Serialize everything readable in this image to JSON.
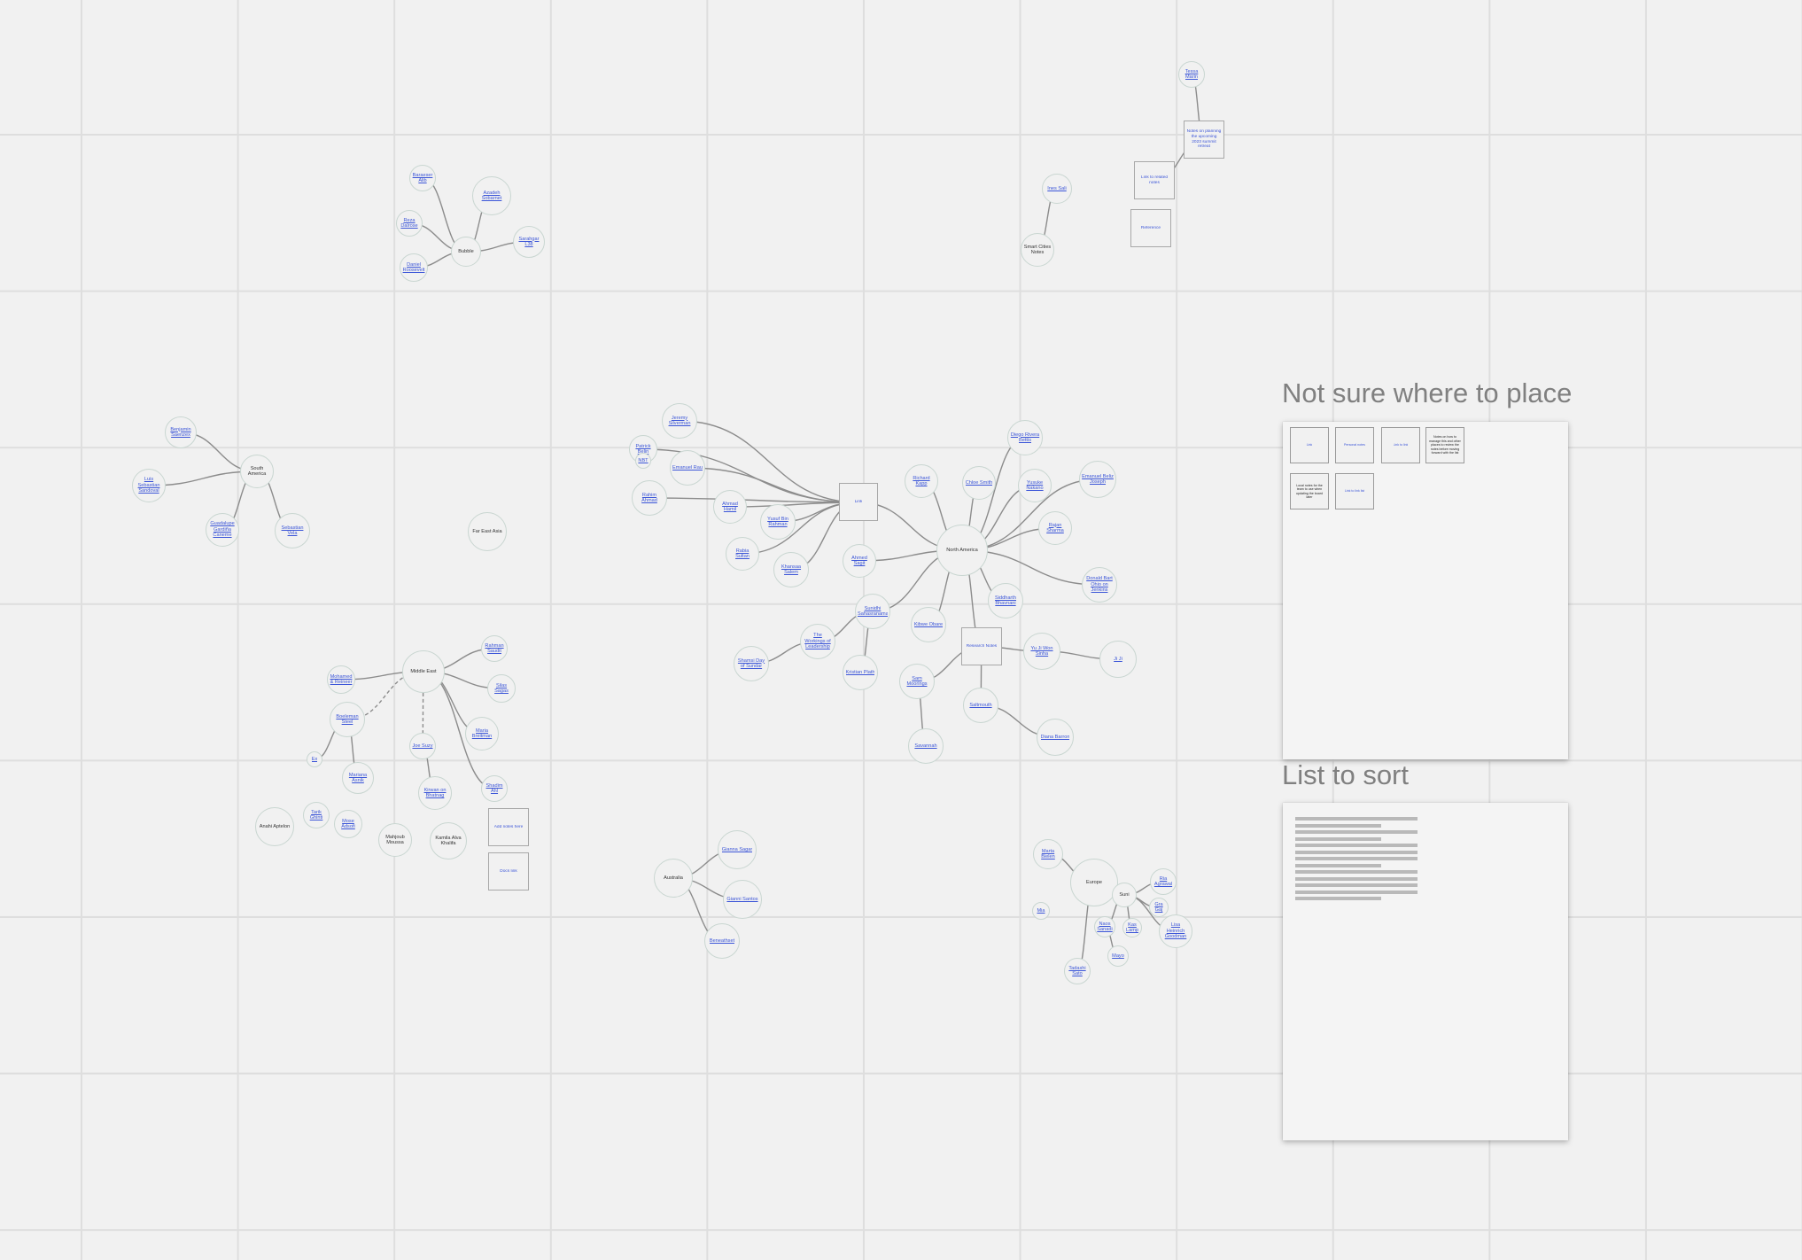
{
  "frames": {
    "not_sure": {
      "title": "Not sure where to place",
      "cards": [
        "Link",
        "Personal notes",
        "Link to link",
        "Notes on how to manage this and other places to review the notes before moving forward with the list",
        "Local notes for the team to use when updating the board later",
        "Link to link list"
      ]
    },
    "list_to_sort": {
      "title": "List to sort"
    }
  },
  "nodes": [
    {
      "id": "bubble_hub",
      "label": "Bubble",
      "link": false
    },
    {
      "id": "n_b1",
      "label": "Baraeser Alib",
      "link": true
    },
    {
      "id": "n_b2",
      "label": "Azadeh Sobarnet",
      "link": true
    },
    {
      "id": "n_b3",
      "label": "Reza Dalrose",
      "link": true
    },
    {
      "id": "n_b4",
      "label": "Sarahgar L38",
      "link": true
    },
    {
      "id": "n_b5",
      "label": "Daniel Roosevelt",
      "link": true
    },
    {
      "id": "south_hub",
      "label": "South America",
      "link": false
    },
    {
      "id": "n_s1",
      "label": "Benjamin Saenzex",
      "link": true
    },
    {
      "id": "n_s2",
      "label": "Luis Sebastian Sandoval",
      "link": true
    },
    {
      "id": "n_s3",
      "label": "Guadalupe Gardiña Caneme",
      "link": true
    },
    {
      "id": "n_s4",
      "label": "Sebastian Vela",
      "link": true
    },
    {
      "id": "far_east",
      "label": "Far East Asia",
      "link": false
    },
    {
      "id": "middle_hub",
      "label": "Middle East",
      "link": false
    },
    {
      "id": "n_m1",
      "label": "Rahman Saudit",
      "link": true
    },
    {
      "id": "n_m2",
      "label": "Mohamed & Reineer",
      "link": true
    },
    {
      "id": "n_m3",
      "label": "Silas Sagas",
      "link": true
    },
    {
      "id": "n_m4",
      "label": "Maria Breitman",
      "link": true
    },
    {
      "id": "n_m5",
      "label": "Boeleman Steel",
      "link": true
    },
    {
      "id": "n_m6",
      "label": "Joe Suzy",
      "link": true
    },
    {
      "id": "n_m7",
      "label": "Shadim Ahl",
      "link": true
    },
    {
      "id": "n_m8",
      "label": "Ex",
      "link": true
    },
    {
      "id": "n_m9",
      "label": "Mariana Asnik",
      "link": true
    },
    {
      "id": "n_m10",
      "label": "Kirwan on Bhatnag",
      "link": true
    },
    {
      "id": "n_m11",
      "label": "Anahi Aptelon",
      "link": false
    },
    {
      "id": "n_m12",
      "label": "Tarik Ghinti",
      "link": true
    },
    {
      "id": "n_m13",
      "label": "Mose Adsofi",
      "link": true
    },
    {
      "id": "n_m14",
      "label": "Mahjoub Moussa",
      "link": false
    },
    {
      "id": "n_m15",
      "label": "Kamila Alva Khalifa",
      "link": false
    },
    {
      "id": "africa_hub",
      "label": "Australia",
      "link": false
    },
    {
      "id": "n_a1",
      "label": "Gianna Sagar",
      "link": true
    },
    {
      "id": "n_a2",
      "label": "Gianni Santos",
      "link": true
    },
    {
      "id": "n_a3",
      "label": "Beneathset",
      "link": true
    },
    {
      "id": "europe_hub",
      "label": "Europe",
      "link": false
    },
    {
      "id": "n_e1",
      "label": "Marta Bielen",
      "link": true
    },
    {
      "id": "n_e2",
      "label": "Suni",
      "link": false
    },
    {
      "id": "n_e3",
      "label": "Ria Agrawal",
      "link": true
    },
    {
      "id": "n_e4",
      "label": "Gra Gaj",
      "link": true
    },
    {
      "id": "n_e5",
      "label": "Mia",
      "link": true
    },
    {
      "id": "n_e6",
      "label": "Naos Sanadi",
      "link": true
    },
    {
      "id": "n_e7",
      "label": "Kas Lamp",
      "link": true
    },
    {
      "id": "n_e8",
      "label": "Lisa Heinrich Goodman",
      "link": true
    },
    {
      "id": "n_e9",
      "label": "Mayo",
      "link": true
    },
    {
      "id": "n_e10",
      "label": "Tadashi Sato",
      "link": true
    },
    {
      "id": "north_hub",
      "label": "North America",
      "link": false
    },
    {
      "id": "n_nw1",
      "label": "Jeremy Silverman",
      "link": true
    },
    {
      "id": "n_nw2",
      "label": "Patrick Belin",
      "link": true
    },
    {
      "id": "n_nw3",
      "label": "NBT",
      "link": true
    },
    {
      "id": "n_nw4",
      "label": "Emanuel Rau",
      "link": true
    },
    {
      "id": "n_nw5",
      "label": "Rahim Ahmad",
      "link": true
    },
    {
      "id": "n_nw6",
      "label": "Ahmad Hamil",
      "link": true
    },
    {
      "id": "n_nw7",
      "label": "Yusuf Bin Rahman",
      "link": true
    },
    {
      "id": "n_nw8",
      "label": "Rabia Sultan",
      "link": true
    },
    {
      "id": "n_nw9",
      "label": "Khansaa Salem",
      "link": true
    },
    {
      "id": "n_c1",
      "label": "Ahmed Sagit",
      "link": true
    },
    {
      "id": "n_c2",
      "label": "Richard Kapp",
      "link": true
    },
    {
      "id": "n_c3",
      "label": "Chloe Smith",
      "link": true
    },
    {
      "id": "n_c4",
      "label": "Diego Rivera Bettis",
      "link": true
    },
    {
      "id": "n_c5",
      "label": "Yusuke Nakano",
      "link": true
    },
    {
      "id": "n_c6",
      "label": "Emanuel Beliz Joseph",
      "link": true
    },
    {
      "id": "n_c7",
      "label": "Rajan Sharma",
      "link": true
    },
    {
      "id": "n_c8",
      "label": "Donald Bart Ohio on Jenkins",
      "link": true
    },
    {
      "id": "n_c9",
      "label": "Siddharth Bhavnani",
      "link": true
    },
    {
      "id": "n_c10",
      "label": "Sunidhi Sahasranama",
      "link": true
    },
    {
      "id": "n_c11",
      "label": "Kibwe Obare",
      "link": true
    },
    {
      "id": "n_c12",
      "label": "The Workings of Leadership",
      "link": true
    },
    {
      "id": "n_c13",
      "label": "Shamsi Day of Sundar",
      "link": true
    },
    {
      "id": "n_c14",
      "label": "Kristian Plath",
      "link": true
    },
    {
      "id": "n_c15",
      "label": "Sam Moorings",
      "link": true
    },
    {
      "id": "n_c16",
      "label": "Yu Ji Won Sinha",
      "link": true
    },
    {
      "id": "n_c17",
      "label": "Ji Ji",
      "link": true
    },
    {
      "id": "n_c18",
      "label": "Saltmouth",
      "link": true
    },
    {
      "id": "n_c19",
      "label": "Diana Barron",
      "link": true
    },
    {
      "id": "n_c20",
      "label": "Savannah",
      "link": true
    },
    {
      "id": "n_t1",
      "label": "Tessa Marin",
      "link": true
    },
    {
      "id": "n_t2",
      "label": "Ines Sali",
      "link": true
    },
    {
      "id": "n_t3",
      "label": "Smart Cities Notes",
      "link": false
    }
  ],
  "boxes": [
    {
      "id": "box_link",
      "label": "Link"
    },
    {
      "id": "box_center2",
      "label": "Research Notes"
    },
    {
      "id": "box_tr1",
      "label": "Notes on planning the upcoming 2023 summit retreat"
    },
    {
      "id": "box_tr2",
      "label": "Link to related notes"
    },
    {
      "id": "box_tr3",
      "label": "Reference"
    },
    {
      "id": "box_me1",
      "label": "Add notes here"
    },
    {
      "id": "box_me2",
      "label": "Docs link"
    }
  ]
}
